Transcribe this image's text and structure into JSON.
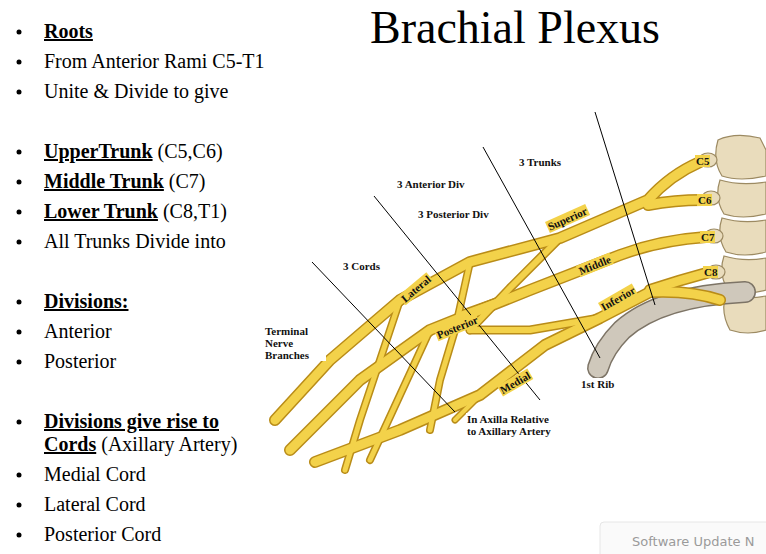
{
  "diagram": {
    "title": "Brachial Plexus",
    "labels": [
      "Roots",
      "From Anterior Rami C5-T1",
      "Unite & Divide to give",
      "UpperTrunk",
      "(C5,C6)",
      "Middle Trunk",
      "(C7)",
      "Lower Trunk",
      "(C8,T1)",
      "All Trunks Divide into",
      "Divisions:",
      "Anterior",
      "Posterior",
      "Divisions give rise to Cords",
      "(Axillary Artery)",
      "Medial Cord",
      "Lateral Cord",
      "Posterior Cord",
      "3 Trunks",
      "3 Anterior Div",
      "3 Posterior Div",
      "3 Cords",
      "Terminal Nerve Branches",
      "Superior",
      "Middle",
      "Inferior",
      "Lateral",
      "Posterior",
      "Medial",
      "C5",
      "C6",
      "C7",
      "C8",
      "1st Rib",
      "In Axilla Relative to Axillary Artery",
      "Software Update N"
    ]
  }
}
